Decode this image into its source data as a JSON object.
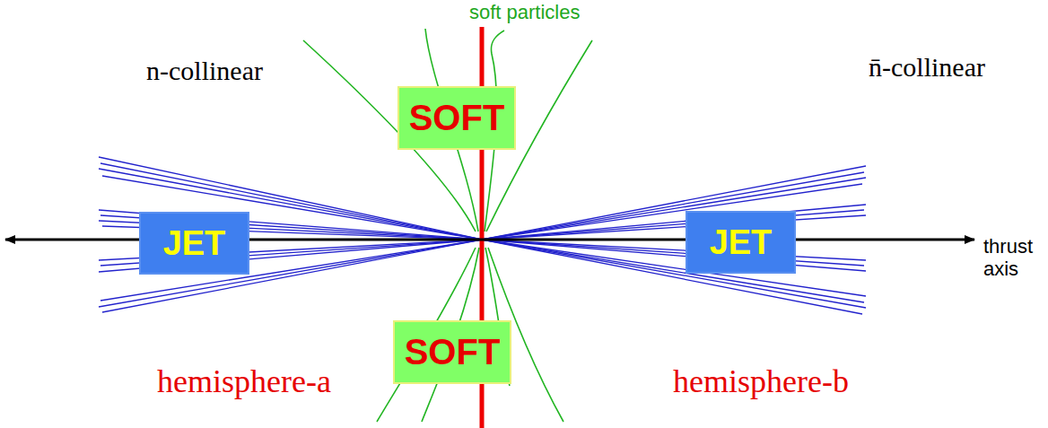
{
  "diagram": {
    "nodes": [
      {
        "text": [
          "SOFT"
        ]
      },
      {
        "text": [
          "JET"
        ]
      },
      {
        "text": [
          "JET"
        ]
      },
      {
        "text": [
          "SOFT"
        ]
      }
    ],
    "labels": [
      "soft particles",
      "n-collinear",
      "n̄-collinear",
      "thrust axis",
      "hemisphere-a",
      "hemisphere-b"
    ]
  }
}
